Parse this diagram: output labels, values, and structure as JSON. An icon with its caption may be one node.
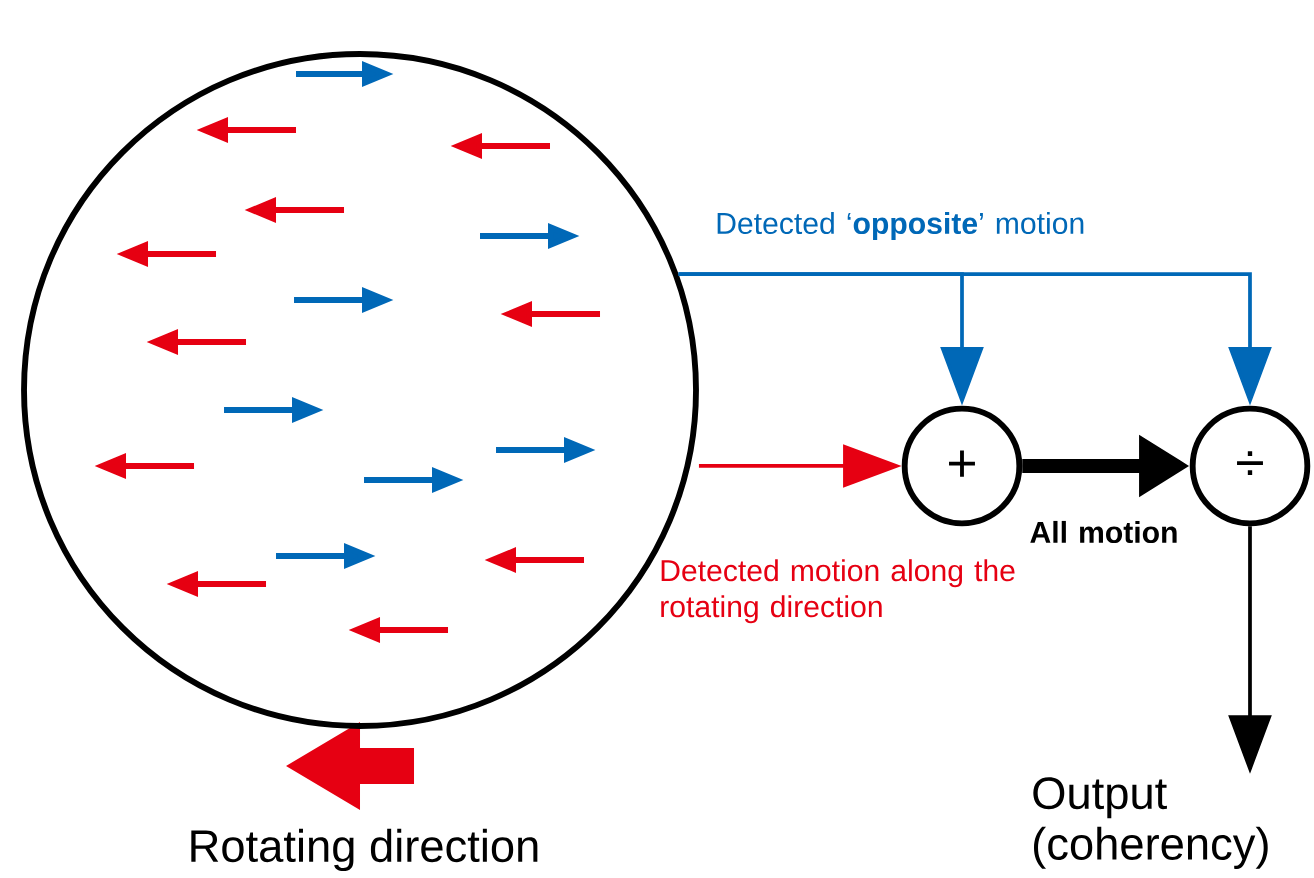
{
  "diagram": {
    "nodes": [
      {
        "text": [],
        "shape": "circle"
      },
      {
        "text": [
          "+"
        ]
      },
      {
        "text": [
          "÷"
        ]
      },
      {
        "text": [
          "Output (coherency)"
        ]
      }
    ],
    "edges": [
      {
        "from": 0,
        "to": 1,
        "arrow": "to",
        "color": "#e60012",
        "label": "Detected motion along the rotating direction"
      },
      {
        "from": 0,
        "to": 1,
        "arrow": "to",
        "color": "#0068b7",
        "label": "Detected ‘**opposite**’ motion"
      },
      {
        "from": 0,
        "to": 2,
        "arrow": "to",
        "color": "#0068b7"
      },
      {
        "from": 1,
        "to": 2,
        "arrow": "to",
        "style": "thick",
        "color": "#000000",
        "label": "All motion"
      },
      {
        "from": 2,
        "to": 3,
        "arrow": "to",
        "color": "#000000"
      }
    ],
    "labels": [
      "Rotating direction"
    ]
  }
}
